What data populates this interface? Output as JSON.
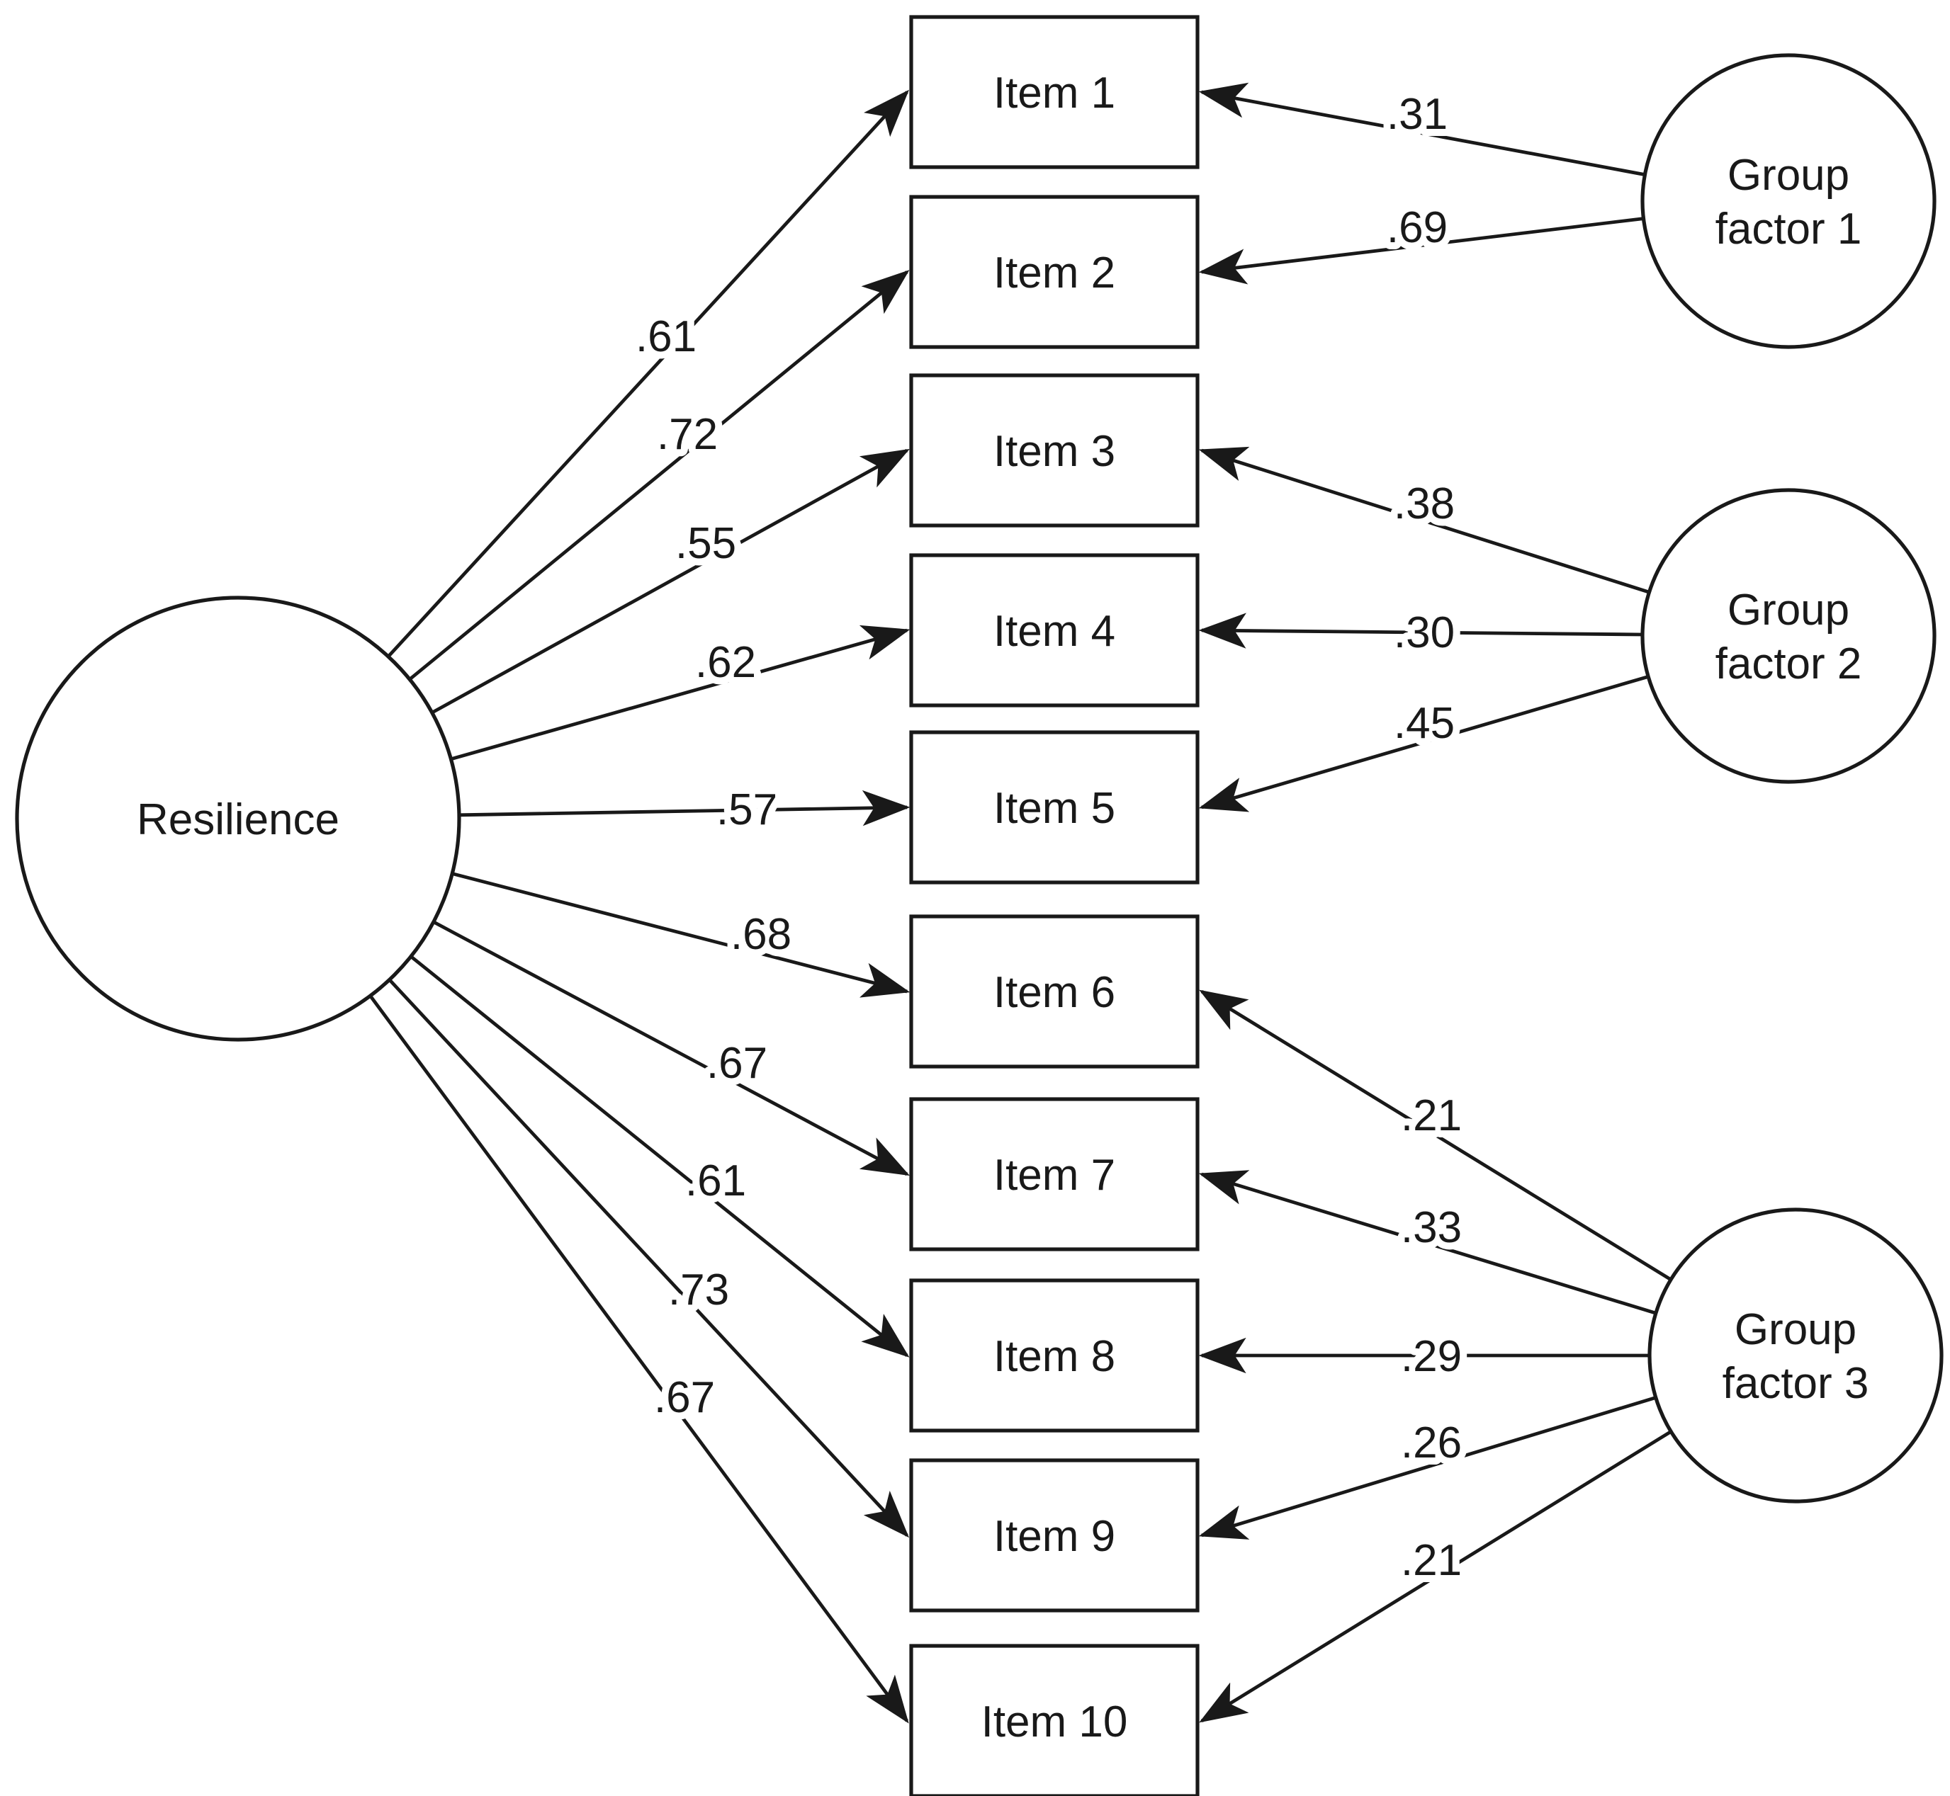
{
  "diagram": {
    "kind": "bifactor confirmatory factor analysis path model",
    "general_factor": {
      "label": "Resilience"
    },
    "items": [
      {
        "label": "Item 1"
      },
      {
        "label": "Item 2"
      },
      {
        "label": "Item 3"
      },
      {
        "label": "Item 4"
      },
      {
        "label": "Item 5"
      },
      {
        "label": "Item 6"
      },
      {
        "label": "Item 7"
      },
      {
        "label": "Item 8"
      },
      {
        "label": "Item 9"
      },
      {
        "label": "Item 10"
      }
    ],
    "general_loadings": [
      {
        "to": "Item 1",
        "value": ".61"
      },
      {
        "to": "Item 2",
        "value": ".72"
      },
      {
        "to": "Item 3",
        "value": ".55"
      },
      {
        "to": "Item 4",
        "value": ".62"
      },
      {
        "to": "Item 5",
        "value": ".57"
      },
      {
        "to": "Item 6",
        "value": ".68"
      },
      {
        "to": "Item 7",
        "value": ".67"
      },
      {
        "to": "Item 8",
        "value": ".61"
      },
      {
        "to": "Item 9",
        "value": ".73"
      },
      {
        "to": "Item 10",
        "value": ".67"
      }
    ],
    "group_factors": [
      {
        "label_line1": "Group",
        "label_line2": "factor 1",
        "loadings": [
          {
            "to": "Item 1",
            "value": ".31"
          },
          {
            "to": "Item 2",
            "value": ".69"
          }
        ]
      },
      {
        "label_line1": "Group",
        "label_line2": "factor 2",
        "loadings": [
          {
            "to": "Item 3",
            "value": ".38"
          },
          {
            "to": "Item 4",
            "value": ".30"
          },
          {
            "to": "Item 5",
            "value": ".45"
          }
        ]
      },
      {
        "label_line1": "Group",
        "label_line2": "factor 3",
        "loadings": [
          {
            "to": "Item 6",
            "value": ".21"
          },
          {
            "to": "Item 7",
            "value": ".33"
          },
          {
            "to": "Item 8",
            "value": ".29"
          },
          {
            "to": "Item 9",
            "value": ".26"
          },
          {
            "to": "Item 10",
            "value": ".21"
          }
        ]
      }
    ],
    "colors": {
      "stroke": "#191919",
      "background": "#ffffff"
    }
  }
}
